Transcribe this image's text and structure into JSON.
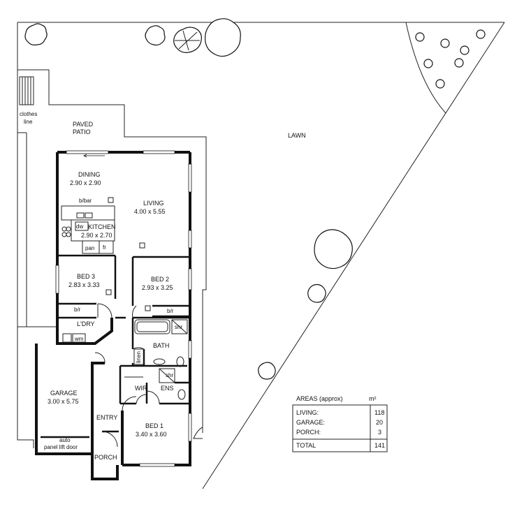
{
  "site": {
    "clothes_line": [
      "clothes",
      "line"
    ],
    "paved_patio": [
      "PAVED",
      "PATIO"
    ],
    "lawn": "LAWN"
  },
  "rooms": {
    "dining": {
      "name": "DINING",
      "size": "2.90 x 2.90"
    },
    "living": {
      "name": "LIVING",
      "size": "4.00 x 5.55"
    },
    "kitchen": {
      "name": "KITCHEN",
      "size": "2.90 x 2.70"
    },
    "bed3": {
      "name": "BED 3",
      "size": "2.83 x 3.33"
    },
    "bed2": {
      "name": "BED 2",
      "size": "2.93 x 3.25"
    },
    "ldry": {
      "name": "L'DRY"
    },
    "bath": {
      "name": "BATH"
    },
    "garage": {
      "name": "GARAGE",
      "size": "3.00 x 5.75"
    },
    "wir": {
      "name": "WIR"
    },
    "ens": {
      "name": "ENS"
    },
    "entry": {
      "name": "ENTRY"
    },
    "bed1": {
      "name": "BED 1",
      "size": "3.40 x 3.60"
    },
    "porch": {
      "name": "PORCH"
    }
  },
  "fixtures": {
    "bbar": "b/bar",
    "dw": "dw",
    "pan": "pan",
    "fr": "fr",
    "bir3": "b/r",
    "bir2": "b/r",
    "wm": "wm",
    "shr_bath": "shr",
    "linen": "linen",
    "shr_ens": "shr",
    "garage_door": [
      "auto",
      "panel lift door"
    ]
  },
  "areas": {
    "title": "AREAS (approx)",
    "unit": "m²",
    "rows": [
      {
        "label": "LIVING:",
        "value": "118"
      },
      {
        "label": "GARAGE:",
        "value": "20"
      },
      {
        "label": "PORCH:",
        "value": "3"
      }
    ],
    "total_label": "TOTAL",
    "total_value": "141"
  }
}
